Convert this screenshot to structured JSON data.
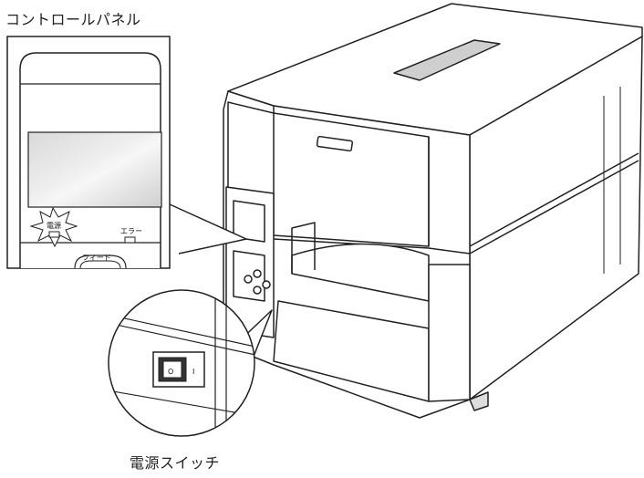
{
  "labels": {
    "control_panel": "コントロールパネル",
    "power_switch": "電源スイッチ"
  },
  "panel": {
    "power_led": "電源",
    "error_led": "エラー",
    "feed_button": "フィード"
  },
  "switch": {
    "off_symbol": "O",
    "on_symbol": "I"
  }
}
